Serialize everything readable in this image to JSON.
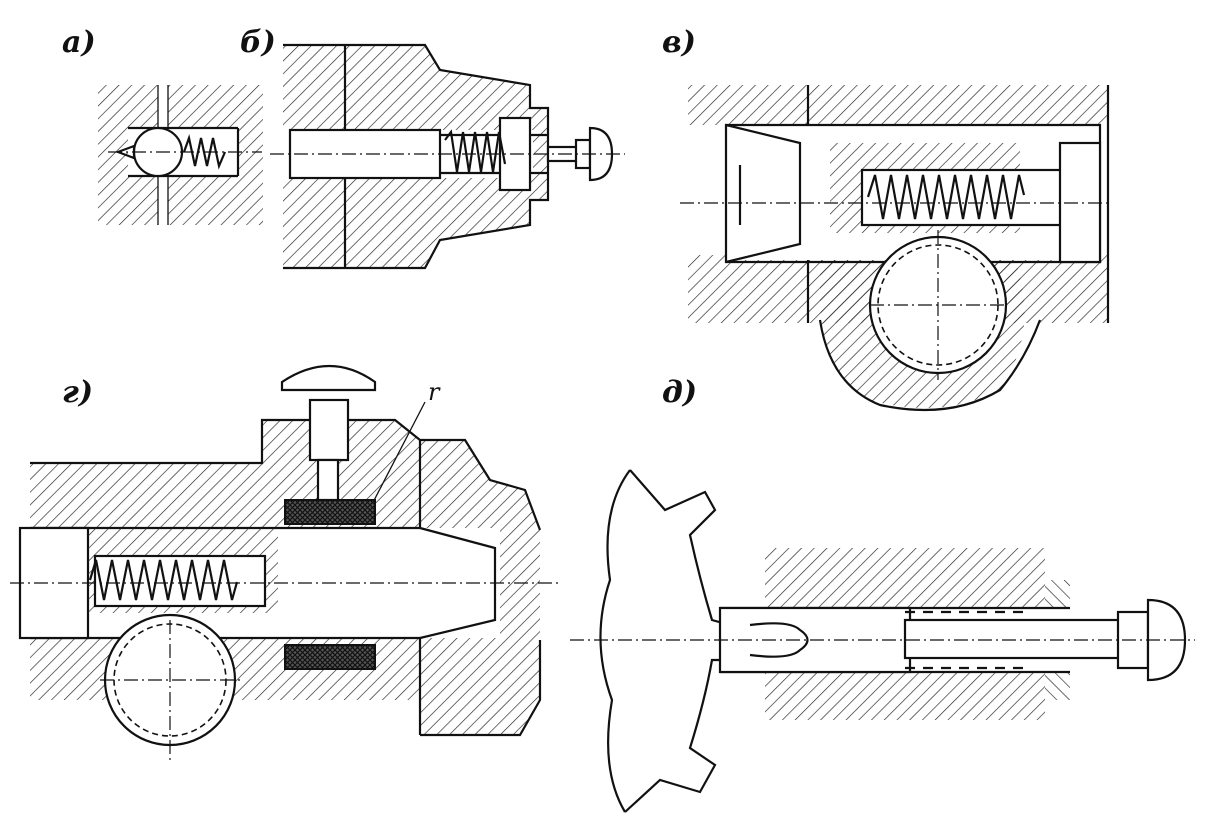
{
  "labels": {
    "a": "а)",
    "b": "б)",
    "v": "в)",
    "g": "г)",
    "d": "д)",
    "callout_r": "r"
  }
}
